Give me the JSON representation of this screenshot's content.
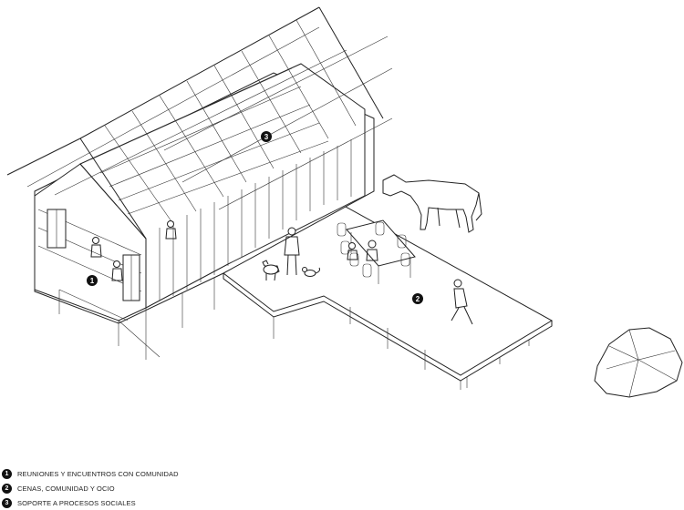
{
  "markers": [
    {
      "number": "1"
    },
    {
      "number": "2"
    },
    {
      "number": "3"
    }
  ],
  "legend": {
    "items": [
      {
        "number": "1",
        "label": "REUNIONES Y ENCUENTROS CON COMUNIDAD"
      },
      {
        "number": "2",
        "label": "CENAS, COMUNIDAD Y OCIO"
      },
      {
        "number": "3",
        "label": "SOPORTE A PROCESOS SOCIALES"
      }
    ]
  },
  "figures": [
    "horse",
    "dog",
    "cat",
    "people",
    "dining-table",
    "boulder"
  ]
}
